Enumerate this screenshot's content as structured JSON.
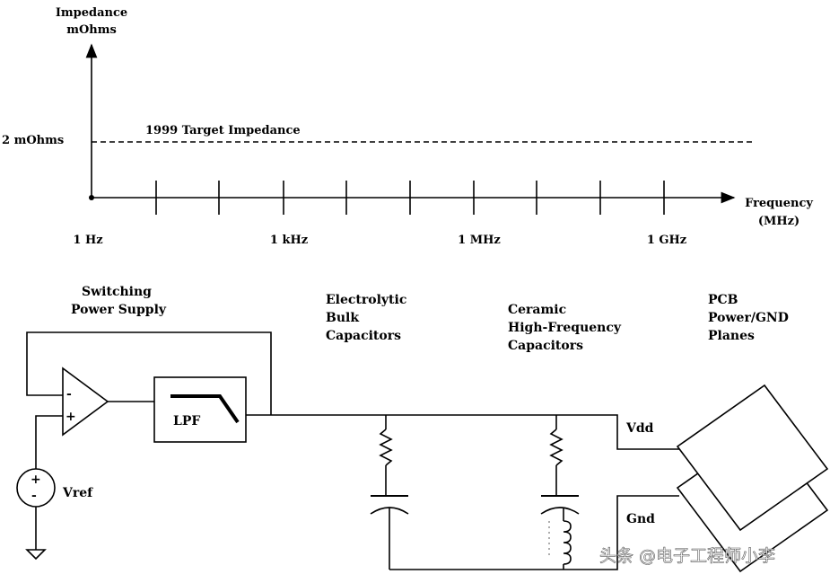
{
  "impedance_chart": {
    "y_label_line1": "Impedance",
    "y_label_line2": "mOhms",
    "y_tick_label": "2  mOhms",
    "target_label": "1999  Target Impedance",
    "x_label_line1": "Frequency",
    "x_label_line2": "(MHz)",
    "x_tick_labels": [
      "1 Hz",
      "1 kHz",
      "1 MHz",
      "1 GHz"
    ]
  },
  "circuit": {
    "switching_supply_line1": "Switching",
    "switching_supply_line2": "Power Supply",
    "electrolytic_line1": "Electrolytic",
    "electrolytic_line2": "Bulk",
    "electrolytic_line3": "Capacitors",
    "ceramic_line1": "Ceramic",
    "ceramic_line2": "High-Frequency",
    "ceramic_line3": "Capacitors",
    "pcb_line1": "PCB",
    "pcb_line2": "Power/GND",
    "pcb_line3": "Planes",
    "lpf_label": "LPF",
    "opamp_minus": "-",
    "opamp_plus": "+",
    "source_plus": "+",
    "source_minus": "-",
    "vref_label": "Vref",
    "vdd_label": "Vdd",
    "gnd_label": "Gnd"
  },
  "watermark": "头条 @电子工程师小李"
}
